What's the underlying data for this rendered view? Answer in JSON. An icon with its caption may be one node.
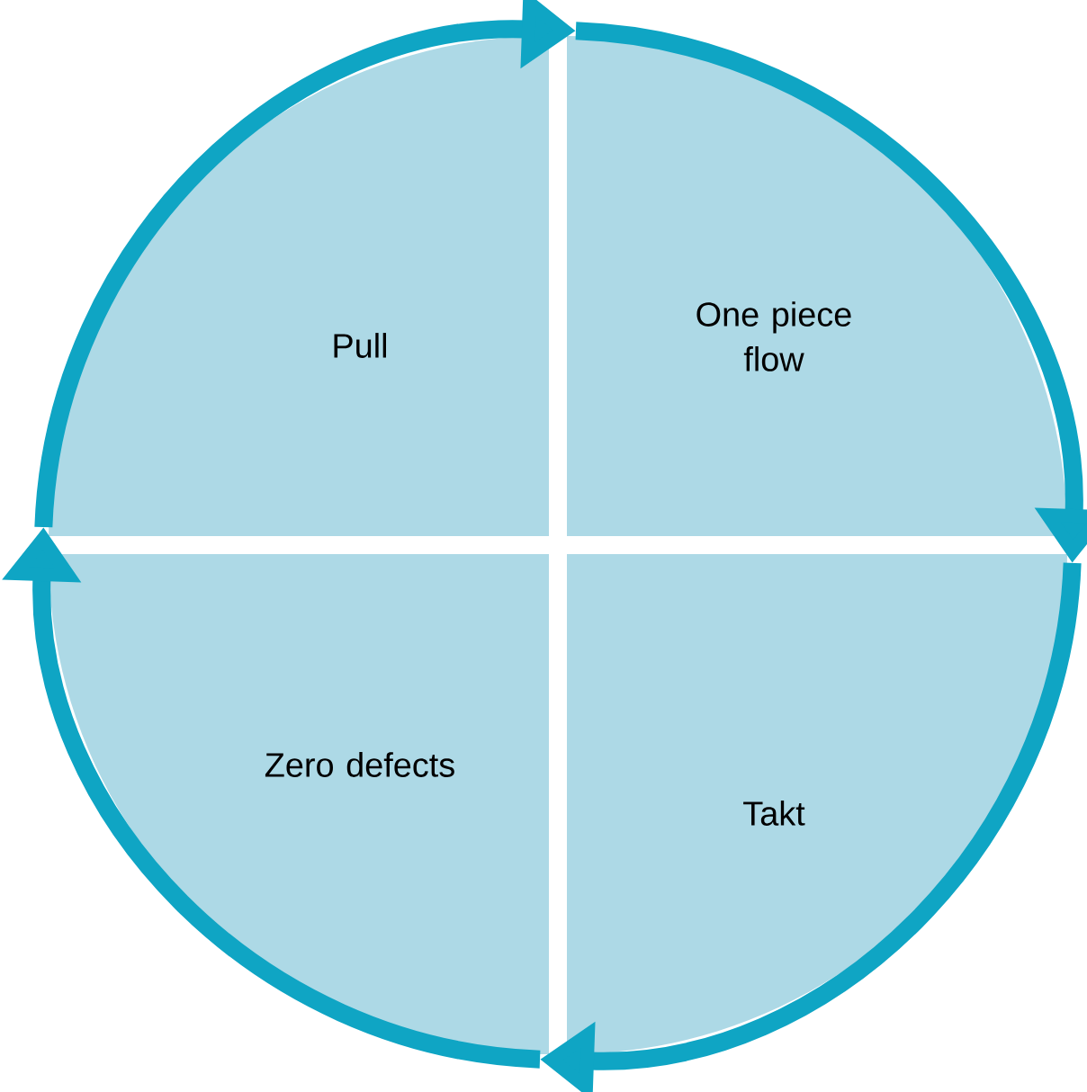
{
  "diagram": {
    "nodes": [
      {
        "text": [
          "Pull"
        ]
      },
      {
        "text": [
          "One piece flow"
        ]
      },
      {
        "text": [
          "Zero defects"
        ]
      },
      {
        "text": [
          "Takt"
        ]
      }
    ],
    "edges": [
      {
        "from": 0,
        "to": 1,
        "arrow": "to"
      },
      {
        "from": 1,
        "to": 3,
        "arrow": "to"
      },
      {
        "from": 3,
        "to": 2,
        "arrow": "to"
      },
      {
        "from": 2,
        "to": 0,
        "arrow": "to"
      }
    ]
  }
}
